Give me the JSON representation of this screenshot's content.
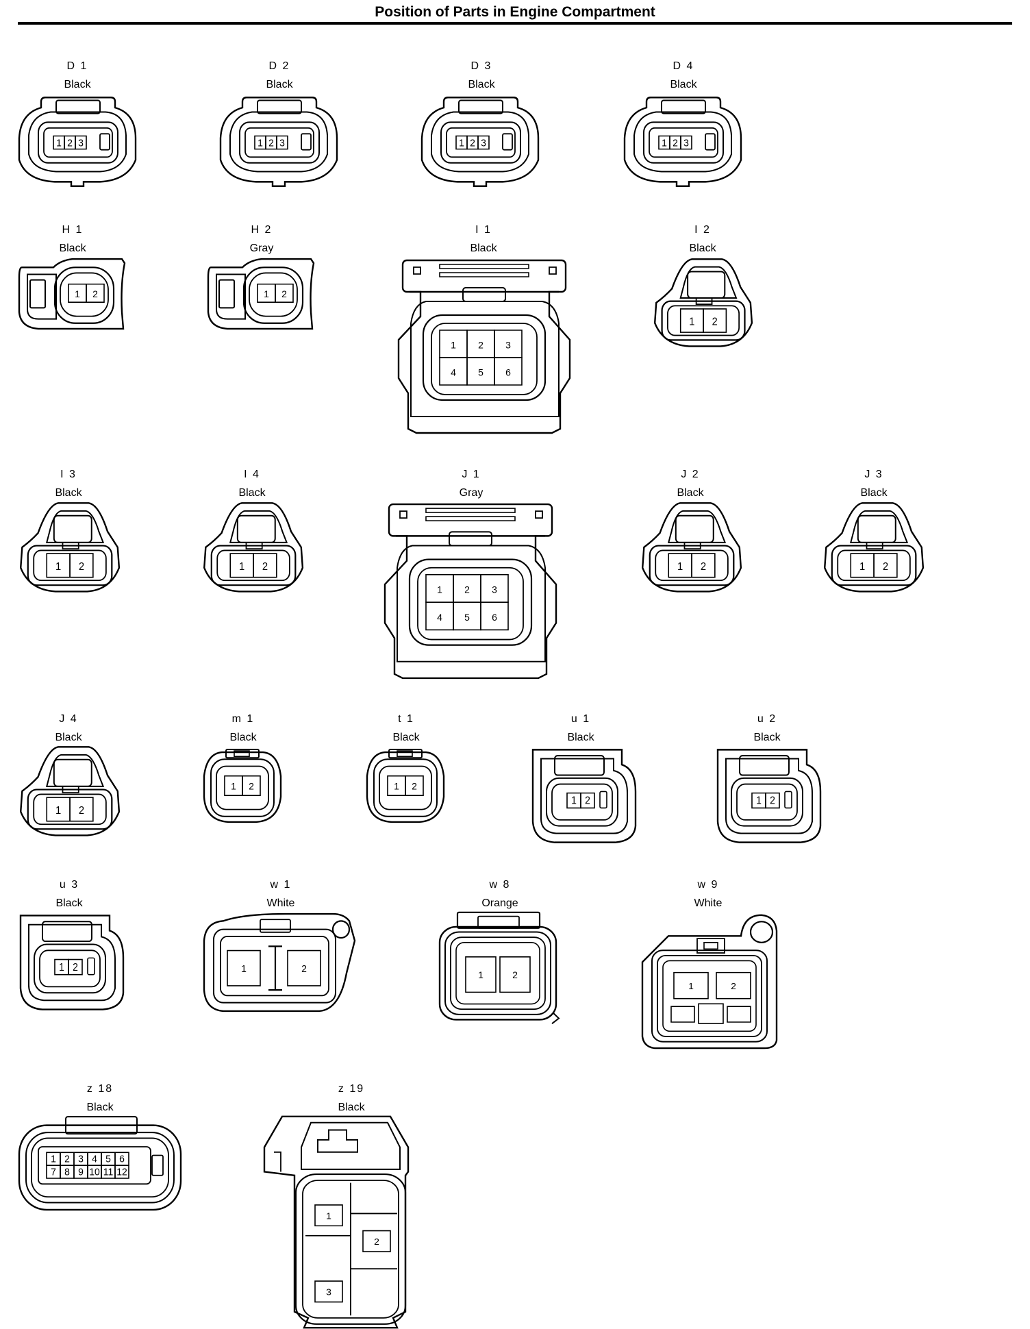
{
  "page_title": "Position of Parts in Engine Compartment",
  "connectors": [
    {
      "code": "D 1",
      "color": "Black",
      "pins": [
        "1",
        "2",
        "3"
      ]
    },
    {
      "code": "D 2",
      "color": "Black",
      "pins": [
        "1",
        "2",
        "3"
      ]
    },
    {
      "code": "D 3",
      "color": "Black",
      "pins": [
        "1",
        "2",
        "3"
      ]
    },
    {
      "code": "D 4",
      "color": "Black",
      "pins": [
        "1",
        "2",
        "3"
      ]
    },
    {
      "code": "H 1",
      "color": "Black",
      "pins": [
        "1",
        "2"
      ]
    },
    {
      "code": "H 2",
      "color": "Gray",
      "pins": [
        "1",
        "2"
      ]
    },
    {
      "code": "I 1",
      "color": "Black",
      "pins": [
        "1",
        "2",
        "3",
        "4",
        "5",
        "6"
      ]
    },
    {
      "code": "I 2",
      "color": "Black",
      "pins": [
        "1",
        "2"
      ]
    },
    {
      "code": "I 3",
      "color": "Black",
      "pins": [
        "1",
        "2"
      ]
    },
    {
      "code": "I 4",
      "color": "Black",
      "pins": [
        "1",
        "2"
      ]
    },
    {
      "code": "J 1",
      "color": "Gray",
      "pins": [
        "1",
        "2",
        "3",
        "4",
        "5",
        "6"
      ]
    },
    {
      "code": "J 2",
      "color": "Black",
      "pins": [
        "1",
        "2"
      ]
    },
    {
      "code": "J 3",
      "color": "Black",
      "pins": [
        "1",
        "2"
      ]
    },
    {
      "code": "J 4",
      "color": "Black",
      "pins": [
        "1",
        "2"
      ]
    },
    {
      "code": "m 1",
      "color": "Black",
      "pins": [
        "1",
        "2"
      ]
    },
    {
      "code": "t 1",
      "color": "Black",
      "pins": [
        "1",
        "2"
      ]
    },
    {
      "code": "u 1",
      "color": "Black",
      "pins": [
        "1",
        "2"
      ]
    },
    {
      "code": "u 2",
      "color": "Black",
      "pins": [
        "1",
        "2"
      ]
    },
    {
      "code": "u 3",
      "color": "Black",
      "pins": [
        "1",
        "2"
      ]
    },
    {
      "code": "w 1",
      "color": "White",
      "pins": [
        "1",
        "2"
      ]
    },
    {
      "code": "w 8",
      "color": "Orange",
      "pins": [
        "1",
        "2"
      ]
    },
    {
      "code": "w 9",
      "color": "White",
      "pins": [
        "1",
        "2"
      ]
    },
    {
      "code": "z 18",
      "color": "Black",
      "pins": [
        "1",
        "2",
        "3",
        "4",
        "5",
        "6",
        "7",
        "8",
        "9",
        "10",
        "11",
        "12"
      ]
    },
    {
      "code": "z 19",
      "color": "Black",
      "pins": [
        "1",
        "2",
        "3"
      ]
    }
  ]
}
